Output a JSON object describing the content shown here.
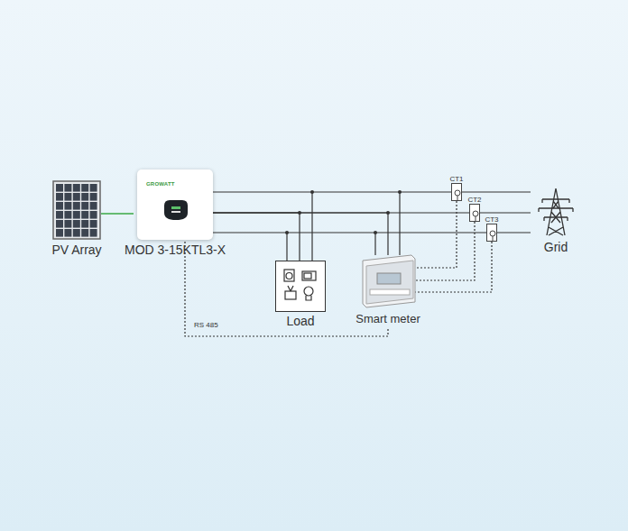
{
  "diagram": {
    "nodes": [
      {
        "text": [
          "PV Array"
        ]
      },
      {
        "text": [
          "GROWATT",
          "MOD 3-15KTL3-X"
        ]
      },
      {
        "text": [
          "Load"
        ]
      },
      {
        "text": [
          "Smart meter"
        ]
      },
      {
        "text": [
          "CT1"
        ]
      },
      {
        "text": [
          "CT2"
        ]
      },
      {
        "text": [
          "CT3"
        ]
      },
      {
        "text": [
          "Grid"
        ]
      }
    ],
    "edges": [
      {
        "from": 0,
        "to": 1,
        "arrow": "none"
      },
      {
        "from": 1,
        "to": 2,
        "arrow": "none"
      },
      {
        "from": 1,
        "to": 3,
        "arrow": "none"
      },
      {
        "from": 4,
        "to": 3,
        "arrow": "none"
      },
      {
        "from": 5,
        "to": 3,
        "arrow": "none"
      },
      {
        "from": 6,
        "to": 3,
        "arrow": "none"
      },
      {
        "from": 1,
        "to": 3,
        "label": "RS 485",
        "arrow": "none"
      }
    ]
  }
}
